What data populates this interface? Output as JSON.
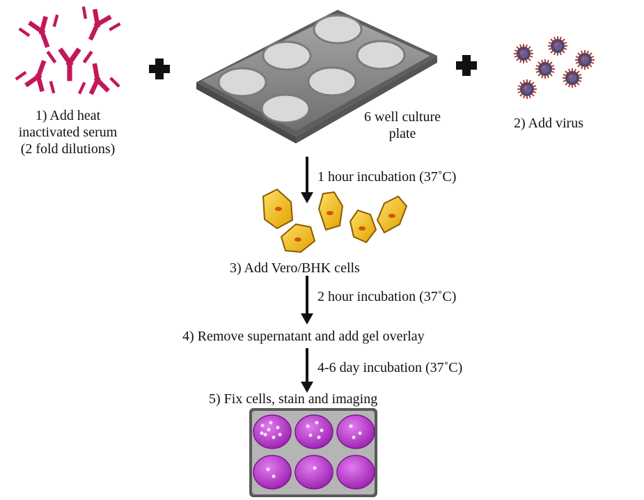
{
  "step1": {
    "line1": "1) Add heat",
    "line2": "inactivated serum",
    "line3": "(2 fold dilutions)"
  },
  "plate": {
    "line1": "6 well culture",
    "line2": "plate"
  },
  "step2": {
    "label": "2) Add virus"
  },
  "incubation1": {
    "label": "1 hour incubation (37˚C)"
  },
  "step3": {
    "label": "3) Add Vero/BHK cells"
  },
  "incubation2": {
    "label": "2 hour incubation (37˚C)"
  },
  "step4": {
    "label": "4) Remove supernatant and add gel overlay"
  },
  "incubation3": {
    "label": "4-6 day incubation (37˚C)"
  },
  "step5": {
    "label": "5) Fix cells, stain and imaging"
  },
  "colors": {
    "antibody": "#c2185b",
    "virus_body": "#4a4a6a",
    "virus_spike": "#c0392b",
    "cell_fill": "#f0b400",
    "cell_nucleus": "#d35400",
    "plate_gray": "#8e8e8e",
    "stained_well": "#b12fc4"
  },
  "icons": [
    "antibody-icon",
    "plus-icon",
    "culture-plate-icon",
    "virus-icon",
    "cell-icon",
    "arrow-down-icon",
    "stained-plate-icon"
  ]
}
